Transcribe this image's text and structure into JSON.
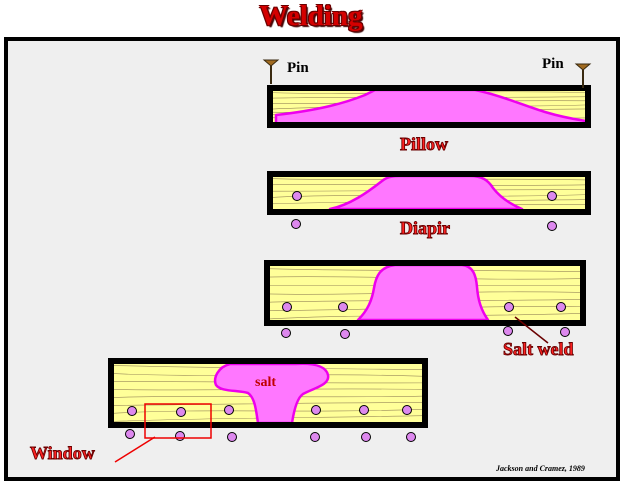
{
  "title": "Welding",
  "labels": {
    "pin_left": "Pin",
    "pin_right": "Pin",
    "pillow": "Pillow",
    "diapir": "Diapir",
    "salt_weld": "Salt weld",
    "salt": "salt",
    "window": "Window"
  },
  "credit": "Jackson and Cramez, 1989",
  "colors": {
    "sediment": "#ffff99",
    "salt": "#ff77ff",
    "salt_outline": "#ee00ee",
    "frame": "#000000",
    "label_red": "#ff2222",
    "marker": "#dd88ee",
    "window_box": "#ee0000"
  }
}
